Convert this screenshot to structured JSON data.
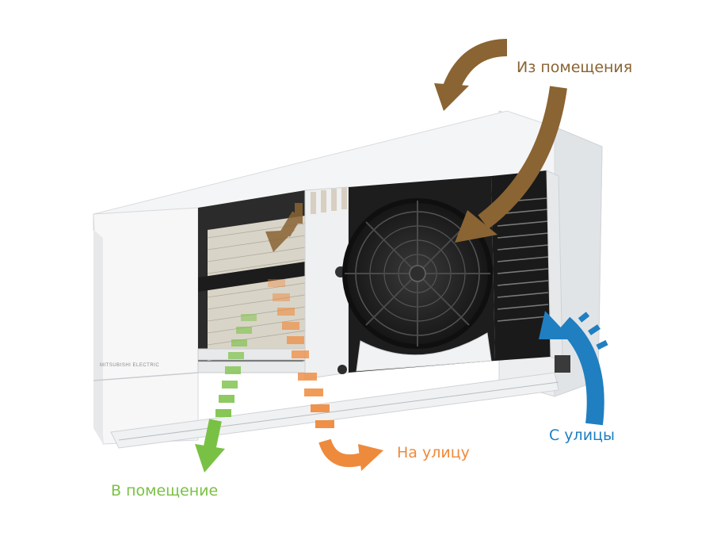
{
  "labels": {
    "from_room": "Из помещения",
    "to_outside": "На улицу",
    "from_outside": "С улицы",
    "to_room": "В помещение"
  },
  "brand_text": "MITSUBISHI ELECTRIC",
  "colors": {
    "from_room": "#8a6433",
    "to_outside": "#ee8a3c",
    "from_outside": "#1f7fc1",
    "to_room": "#79c144",
    "background": "#ffffff"
  }
}
